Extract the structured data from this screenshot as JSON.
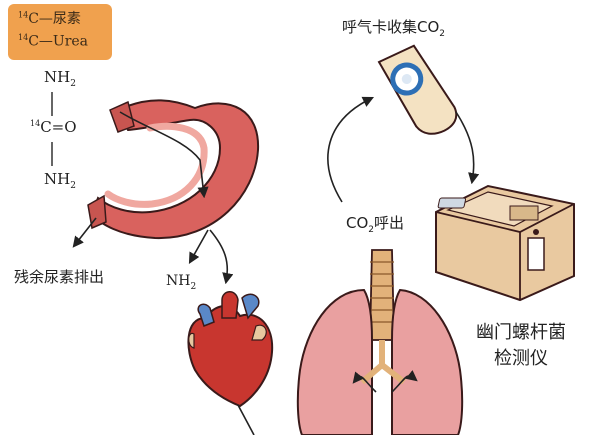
{
  "badge": {
    "line1_iso": "14",
    "line1_text": "C—尿素",
    "line2_iso": "14",
    "line2_text": "C—Urea"
  },
  "formula": {
    "top": "NH",
    "top_sub": "2",
    "middle_iso": "14",
    "middle_text": "C=O",
    "bottom": "NH",
    "bottom_sub": "2"
  },
  "labels": {
    "exhale_collect_prefix": "呼气卡收集CO",
    "exhale_collect_sub": "2",
    "co2_out_prefix": "CO",
    "co2_out_sub": "2",
    "co2_out_suffix": "呼出",
    "residual_urea": "残余尿素排出",
    "nh2_prefix": "NH",
    "nh2_sub": "2",
    "device_line1": "幽门螺杆菌",
    "device_line2": "检测仪"
  },
  "colors": {
    "badge": "#f0a14e",
    "stomach": "#d9625e",
    "stomach_inner": "#f0a8a0",
    "lung": "#e9a0a0",
    "trachea": "#e2b27a",
    "heart": "#c8362f",
    "heart_blue": "#5a88c8",
    "device": "#e9c9a0",
    "card": "#f4e2c2",
    "card_dot": "#2d6fb5"
  }
}
